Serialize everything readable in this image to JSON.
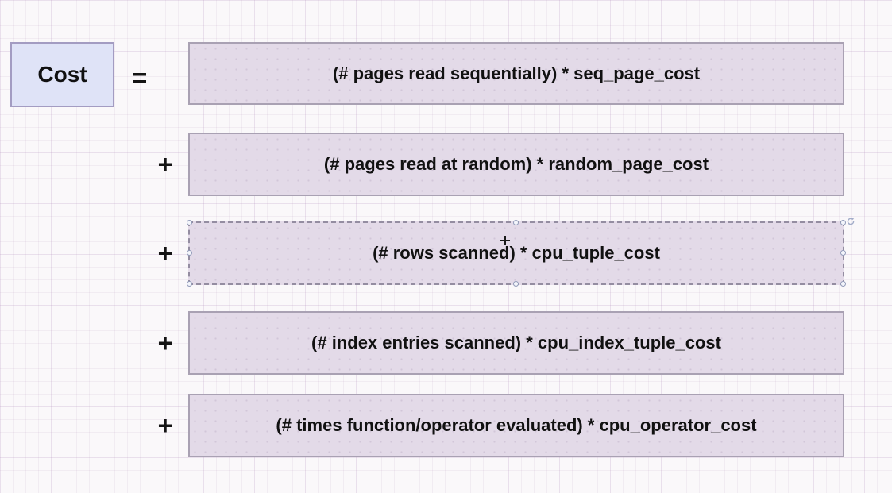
{
  "formula": {
    "lhs": {
      "label": "Cost"
    },
    "equals_sign": "=",
    "plus_sign": "+",
    "terms": [
      {
        "text": "(# pages read sequentially) * seq_page_cost",
        "selected": false
      },
      {
        "text": "(# pages read at random) * random_page_cost",
        "selected": false
      },
      {
        "text": "(# rows scanned) * cpu_tuple_cost",
        "selected": true
      },
      {
        "text": "(# index entries scanned) * cpu_index_tuple_cost",
        "selected": false
      },
      {
        "text": "(# times function/operator evaluated) * cpu_operator_cost",
        "selected": false
      }
    ]
  },
  "colors": {
    "canvas_background": "#faf8fa",
    "cost_box_fill": "#dfe3f7",
    "cost_box_border": "#a39cc2",
    "term_box_fill": "#e3dae8",
    "term_box_border": "#a9a1b3",
    "selection_handle_border": "#939cba",
    "text": "#111111"
  }
}
